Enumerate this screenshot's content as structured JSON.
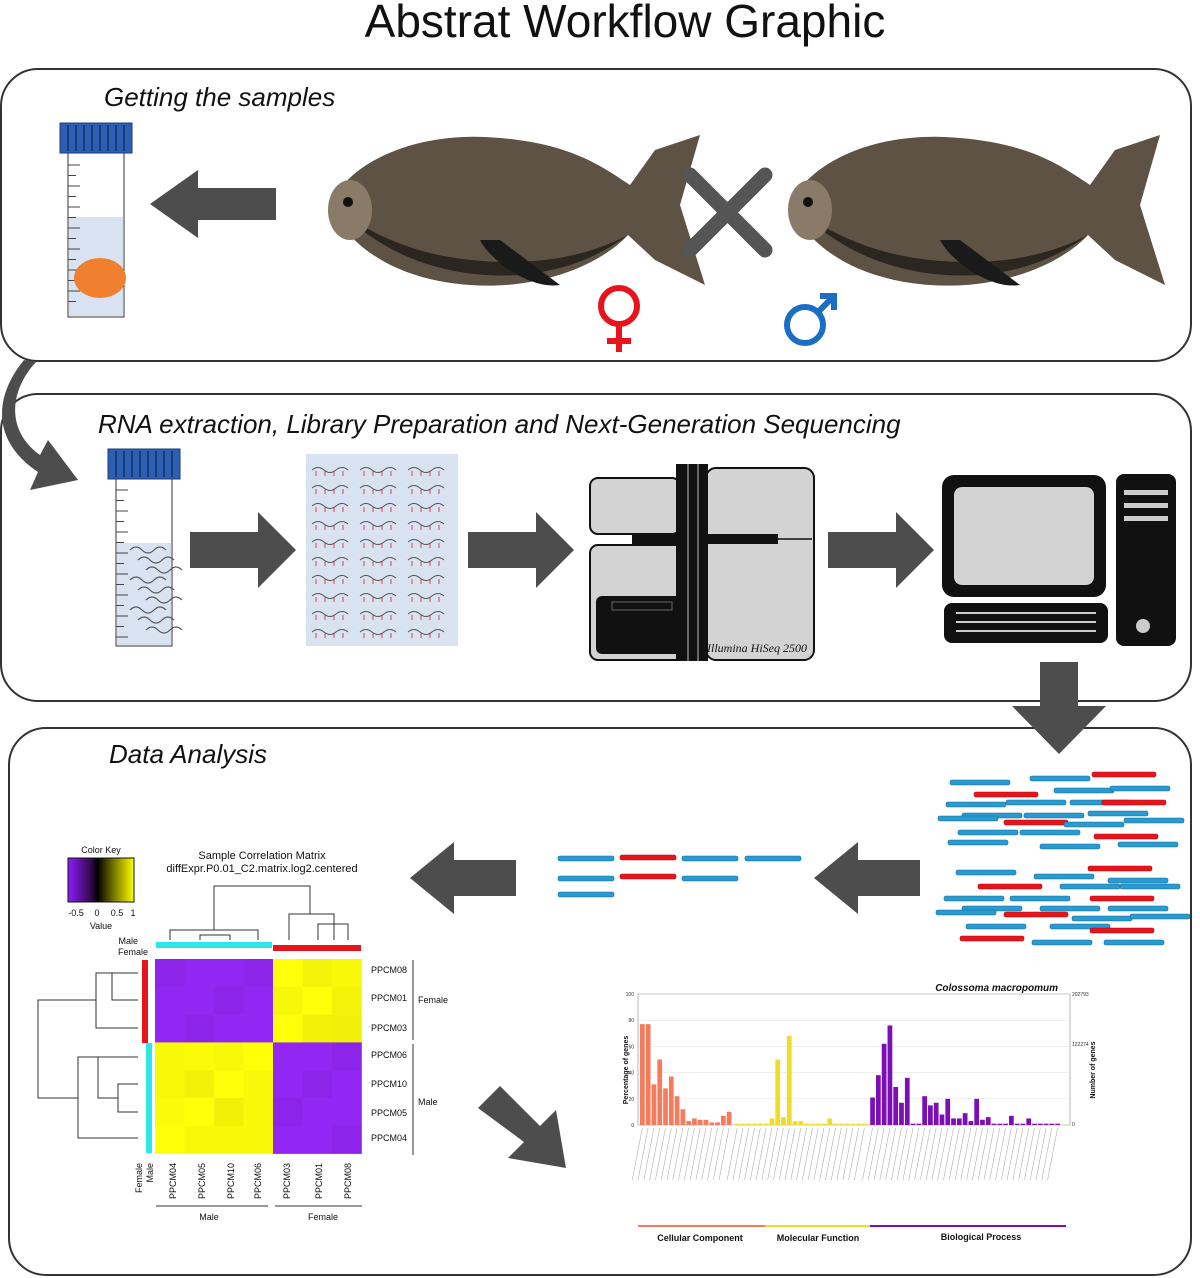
{
  "title": "Abstrat Workflow Graphic",
  "panels": {
    "p1": {
      "title": "Getting the samples"
    },
    "p2": {
      "title": "RNA extraction, Library Preparation and Next-Generation Sequencing",
      "sequencer_label": "Illumina HiSeq 2500"
    },
    "p3": {
      "title": "Data Analysis"
    }
  },
  "heatmap": {
    "title": "Sample Correlation Matrix",
    "subtitle": "diffExpr.P0.01_C2.matrix.log2.centered",
    "color_key_title": "Color Key",
    "color_key_ticks": [
      "-0.5",
      "0",
      "0.5",
      "1"
    ],
    "color_key_label": "Value",
    "legend_male": "Male",
    "legend_female": "Female",
    "row_labels": [
      "PPCM08",
      "PPCM01",
      "PPCM03",
      "PPCM06",
      "PPCM10",
      "PPCM05",
      "PPCM04"
    ],
    "col_labels": [
      "PPCM04",
      "PPCM05",
      "PPCM10",
      "PPCM06",
      "PPCM03",
      "PPCM01",
      "PPCM08"
    ],
    "row_group_female": "Female",
    "row_group_male": "Male",
    "col_group_male": "Male",
    "col_group_female": "Female",
    "colors": {
      "male": "#2ee6e6",
      "female": "#e8141c"
    }
  },
  "chart_data": {
    "type": "bar",
    "title": "Colossoma macropomum",
    "ylabel": "Percentage of genes",
    "y2label": "Number of genes",
    "ylim": [
      0,
      100
    ],
    "yticks": [
      "0",
      "20",
      "40",
      "60",
      "80",
      "100"
    ],
    "y2ticks": [
      "0",
      "122274",
      "202793"
    ],
    "groups": [
      {
        "name": "Cellular Component",
        "color": "#f47c5c",
        "values": [
          77,
          77,
          31,
          50,
          28,
          37,
          22,
          12,
          3,
          5,
          4,
          4,
          2,
          2,
          7,
          10
        ]
      },
      {
        "name": "Molecular Function",
        "color": "#f0dc2a",
        "values": [
          1,
          1,
          1,
          1,
          1,
          1,
          5,
          50,
          6,
          68,
          3,
          3,
          1,
          1,
          1,
          1,
          5,
          1,
          1,
          1,
          1,
          1,
          1
        ]
      },
      {
        "name": "Biological Process",
        "color": "#7b0fb5",
        "values": [
          21,
          38,
          62,
          76,
          29,
          17,
          36,
          1,
          1,
          22,
          15,
          17,
          8,
          20,
          5,
          5,
          9,
          3,
          20,
          4,
          6,
          1,
          1,
          1,
          7,
          1,
          1,
          5,
          1,
          1,
          1,
          1,
          1
        ]
      }
    ]
  }
}
